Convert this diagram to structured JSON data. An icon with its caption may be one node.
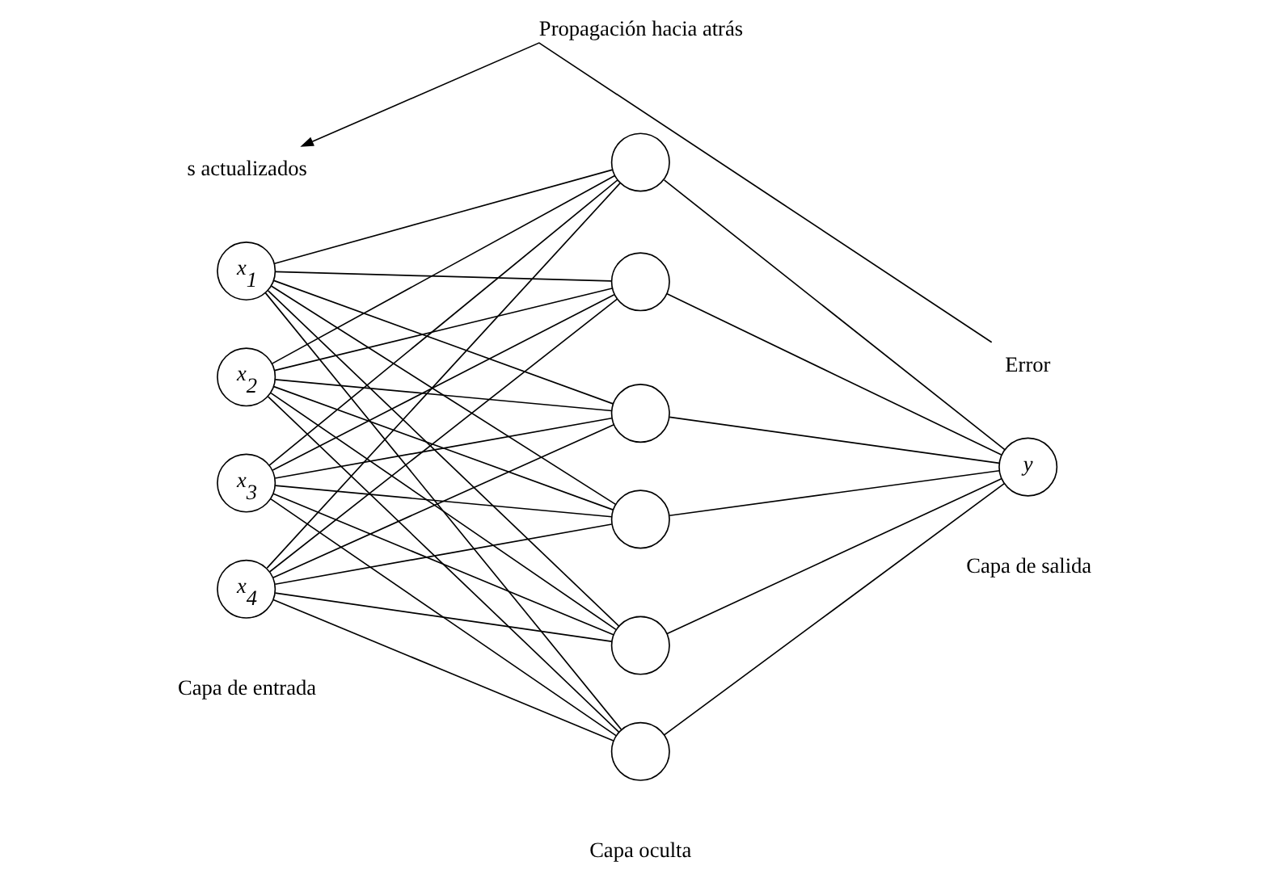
{
  "diagram": {
    "nodes": [
      {
        "text": [
          "s actualizados"
        ]
      },
      {
        "text": [
          "Error"
        ]
      },
      {
        "text": [
          "x$_{1}$"
        ]
      },
      {
        "text": [
          "x$_{2}$"
        ]
      },
      {
        "text": [
          "x$_{3}$"
        ]
      },
      {
        "text": [
          "x$_{4}$"
        ]
      },
      {
        "text": [],
        "shape": "circle"
      },
      {
        "text": [],
        "shape": "circle"
      },
      {
        "text": [],
        "shape": "circle"
      },
      {
        "text": [],
        "shape": "circle"
      },
      {
        "text": [],
        "shape": "circle"
      },
      {
        "text": [],
        "shape": "circle"
      },
      {
        "text": [
          "y"
        ]
      }
    ],
    "edges": [
      {
        "from": 1,
        "to": 0,
        "arrow": "to",
        "label": "Propagación hacia atrás"
      },
      {
        "from": 2,
        "to": 6,
        "arrow": "none"
      },
      {
        "from": 2,
        "to": 7,
        "arrow": "none"
      },
      {
        "from": 2,
        "to": 8,
        "arrow": "none"
      },
      {
        "from": 2,
        "to": 9,
        "arrow": "none"
      },
      {
        "from": 2,
        "to": 10,
        "arrow": "none"
      },
      {
        "from": 2,
        "to": 11,
        "arrow": "none"
      },
      {
        "from": 3,
        "to": 6,
        "arrow": "none"
      },
      {
        "from": 3,
        "to": 7,
        "arrow": "none"
      },
      {
        "from": 3,
        "to": 8,
        "arrow": "none"
      },
      {
        "from": 3,
        "to": 9,
        "arrow": "none"
      },
      {
        "from": 3,
        "to": 10,
        "arrow": "none"
      },
      {
        "from": 3,
        "to": 11,
        "arrow": "none"
      },
      {
        "from": 4,
        "to": 6,
        "arrow": "none"
      },
      {
        "from": 4,
        "to": 7,
        "arrow": "none"
      },
      {
        "from": 4,
        "to": 8,
        "arrow": "none"
      },
      {
        "from": 4,
        "to": 9,
        "arrow": "none"
      },
      {
        "from": 4,
        "to": 10,
        "arrow": "none"
      },
      {
        "from": 4,
        "to": 11,
        "arrow": "none"
      },
      {
        "from": 5,
        "to": 6,
        "arrow": "none"
      },
      {
        "from": 5,
        "to": 7,
        "arrow": "none"
      },
      {
        "from": 5,
        "to": 8,
        "arrow": "none"
      },
      {
        "from": 5,
        "to": 9,
        "arrow": "none"
      },
      {
        "from": 5,
        "to": 10,
        "arrow": "none"
      },
      {
        "from": 5,
        "to": 11,
        "arrow": "none"
      },
      {
        "from": 6,
        "to": 12,
        "arrow": "none"
      },
      {
        "from": 7,
        "to": 12,
        "arrow": "none"
      },
      {
        "from": 8,
        "to": 12,
        "arrow": "none"
      },
      {
        "from": 9,
        "to": 12,
        "arrow": "none"
      },
      {
        "from": 10,
        "to": 12,
        "arrow": "none"
      },
      {
        "from": 11,
        "to": 12,
        "arrow": "none"
      }
    ],
    "labels": [
      "Capa de salida",
      "Capa de entrada",
      "Capa oculta"
    ]
  }
}
